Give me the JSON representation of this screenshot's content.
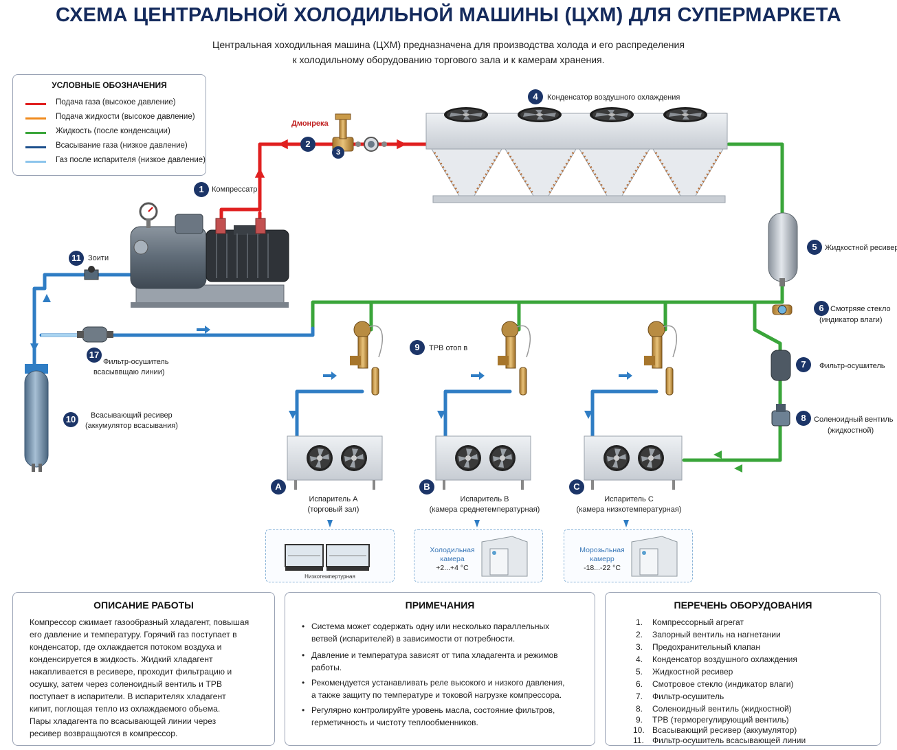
{
  "header": {
    "title": "СХЕМА ЦЕНТРАЛЬНОЙ ХОЛОДИЛЬНОЙ МАШИНЫ (ЦХМ) ДЛЯ СУПЕРМАРКЕТА",
    "subtitle_line1": "Центральная хоходильная машина (ЦХМ) предназначена для производства холода и его распределения",
    "subtitle_line2": "к холодильному оборудованию торгового зала и к камерам хранения."
  },
  "legend": {
    "title": "УСЛОВНЫЕ ОБОЗНАЧЕНИЯ",
    "items": [
      {
        "label": "Подача газа (высокое давление)",
        "color": "#e02020"
      },
      {
        "label": "Подача жидкости (высокое давление)",
        "color": "#f08a1c"
      },
      {
        "label": "Жидкость (после конденсации)",
        "color": "#3aa53a"
      },
      {
        "label": "Всасывание газа (низкое давление)",
        "color": "#1c4f8c"
      },
      {
        "label": "Газ после испарителя (низкое давление)",
        "color": "#8cc4ec"
      }
    ]
  },
  "colors": {
    "red": "#e02020",
    "green": "#3aa53a",
    "blue": "#2f7dc4",
    "lightblue": "#a9d4f0",
    "badge": "#1c3568"
  },
  "callouts": {
    "c1": {
      "num": "1",
      "label": "Компрессатр"
    },
    "c2": {
      "num": "2",
      "label": "Дмонрека"
    },
    "c3": {
      "num": "3"
    },
    "c4": {
      "num": "4",
      "label": "Конденсатор воздушного охлаждения"
    },
    "c5": {
      "num": "5",
      "label": "Жидкостной ресивер"
    },
    "c6": {
      "num": "6",
      "label1": "Смотряяе стекло",
      "label2": "(индикатор влаги)"
    },
    "c7": {
      "num": "7",
      "label": "Фильтр-осушитель"
    },
    "c8": {
      "num": "8",
      "label1": "Соленоидный вентиль",
      "label2": "(жидкостной)"
    },
    "c9": {
      "num": "9",
      "label": "TPB отоп в"
    },
    "c10": {
      "num": "10",
      "label1": "Всасывающий ресивер",
      "label2": "(аккумулятор всасывания)"
    },
    "c11": {
      "num": "11",
      "label": "Зоити"
    },
    "c17": {
      "num": "17",
      "label1": "Фильтр-осушитель",
      "label2": "всасыввщаю линии)"
    }
  },
  "evaporators": [
    {
      "letter": "A",
      "name": "Испаритель А",
      "sub": "(торговый зал)",
      "room_label": "Низкотемпертурная"
    },
    {
      "letter": "B",
      "name": "Испаритель В",
      "sub": "(камера среднетемпературная)",
      "room1": "Холодильная",
      "room2": "камера",
      "room3": "+2...+4 °C"
    },
    {
      "letter": "C",
      "name": "Испаритель С",
      "sub": "(камера низкотемпературная)",
      "room1": "Морозьльная",
      "room2": "камерр",
      "room3": "-18...-22 °C"
    }
  ],
  "description": {
    "title": "ОПИСАНИЕ РАБОТЫ",
    "lines": [
      "Компрессор сжимает газообразный хладагент, повышая",
      "его давление и температуру. Горячий газ поступает в",
      "конденсатор, где охлаждается потоком воздуха и",
      "конденсируется в жидкость. Жидкий хладагент",
      "накапливается в ресивере, проходит фильтрацию и",
      "осушку, затем через соленоидный вентиль и ТРВ",
      "поступает в испарители. В испарителях хладагент",
      "кипит, поглощая тепло из охлаждаемого обьема.",
      "Пары хладагента по всасывающей линии через",
      "ресивер возвращаются в компрессор."
    ]
  },
  "notes": {
    "title": "ПРИМЕЧАНИЯ",
    "items": [
      [
        "Система может содержать одну или несколько параллельных",
        "ветвей (испарителей) в зависимости от потребности."
      ],
      [
        "Давление и температура зависят от типа хладагента и режимов",
        "работы."
      ],
      [
        "Рекомендуется устанавливать реле высокого и низкого давления,",
        "а также защиту по температуре и токовой нагрузке компрессора."
      ],
      [
        "Регулярно контролируйте уровень масла, состояние фильтров,",
        "герметичность и чистоту теплообменников."
      ]
    ]
  },
  "equipment": {
    "title": "ПЕРЕЧЕНЬ ОБОРУДОВАНИЯ",
    "items": [
      {
        "num": "1.",
        "label": "Компрессорный агрегат"
      },
      {
        "num": "2.",
        "label": "Запорный вентиль на нагнетании"
      },
      {
        "num": "3.",
        "label": "Предохранительный клапан"
      },
      {
        "num": "4.",
        "label": "Конденсатор воздушного охлаждения"
      },
      {
        "num": "5.",
        "label": "Жидкостной ресивер"
      },
      {
        "num": "6.",
        "label": "Смотровое стекло (индикатор влаги)"
      },
      {
        "num": "7.",
        "label": "Фильтр-осушитель"
      },
      {
        "num": "8.",
        "label": "Соленоидный вентиль (жидкостной)"
      },
      {
        "num": "9.",
        "label": "ТРВ (терморегулирующий вентиль)"
      },
      {
        "num": "10.",
        "label": "Всасывающий ресивер (аккумулятор)"
      },
      {
        "num": "11.",
        "label": "Фильтр-осушитель всасывающей линии"
      }
    ]
  }
}
